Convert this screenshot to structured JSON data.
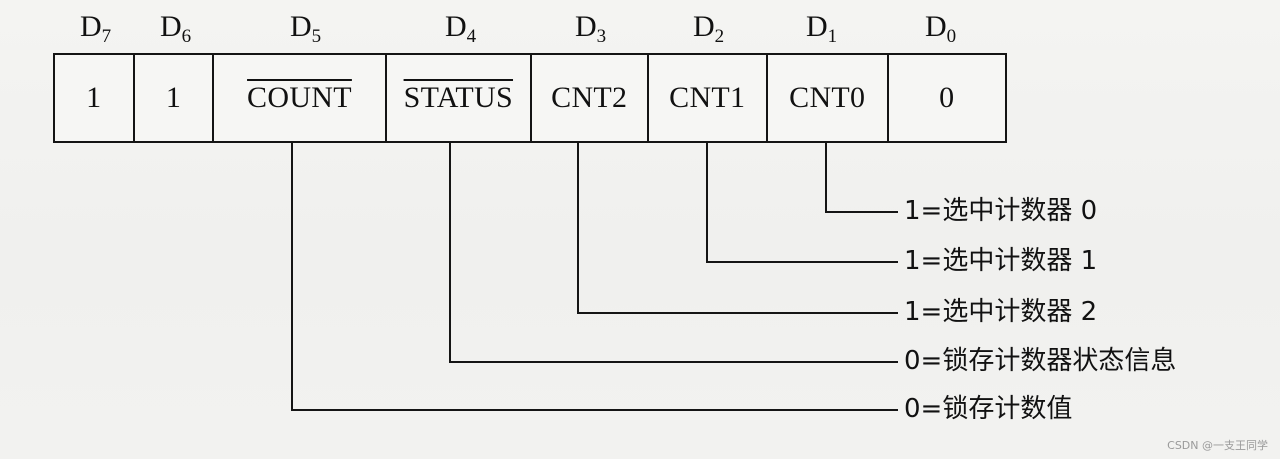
{
  "bits": [
    {
      "label": "D",
      "sub": "7",
      "value": "1",
      "overline": false
    },
    {
      "label": "D",
      "sub": "6",
      "value": "1",
      "overline": false
    },
    {
      "label": "D",
      "sub": "5",
      "value": "COUNT",
      "overline": true
    },
    {
      "label": "D",
      "sub": "4",
      "value": "STATUS",
      "overline": true
    },
    {
      "label": "D",
      "sub": "3",
      "value": "CNT2",
      "overline": false
    },
    {
      "label": "D",
      "sub": "2",
      "value": "CNT1",
      "overline": false
    },
    {
      "label": "D",
      "sub": "1",
      "value": "CNT0",
      "overline": false
    },
    {
      "label": "D",
      "sub": "0",
      "value": "0",
      "overline": false
    }
  ],
  "descriptions": [
    {
      "bit": "D1",
      "text": "1=选中计数器 0"
    },
    {
      "bit": "D2",
      "text": "1=选中计数器 1"
    },
    {
      "bit": "D3",
      "text": "1=选中计数器 2"
    },
    {
      "bit": "D4",
      "text": "0=锁存计数器状态信息"
    },
    {
      "bit": "D5",
      "text": "0=锁存计数值"
    }
  ],
  "watermark": "CSDN @一支王同学"
}
